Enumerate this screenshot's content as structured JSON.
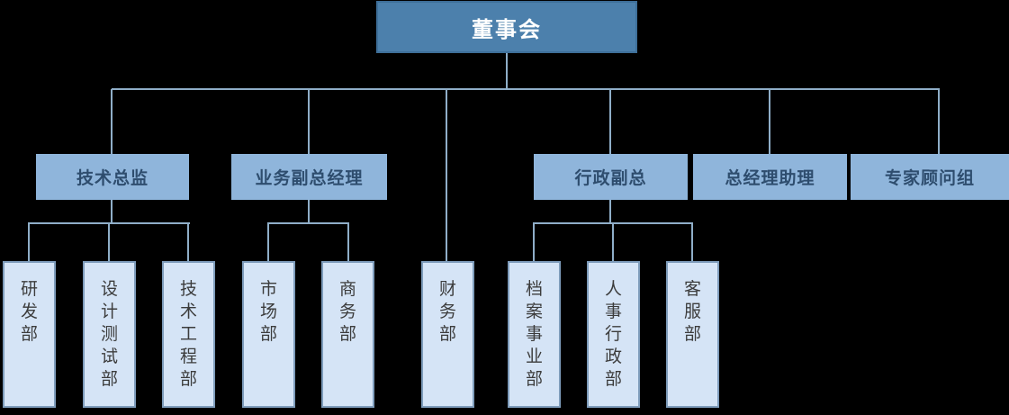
{
  "org_chart": {
    "type": "organization-chart",
    "root": {
      "label": "董事会"
    },
    "executives": [
      {
        "label": "技术总监"
      },
      {
        "label": "业务副总经理"
      },
      {
        "label": "行政副总"
      },
      {
        "label": "总经理助理"
      },
      {
        "label": "专家顾问组"
      }
    ],
    "departments": [
      {
        "label": "研发部",
        "parent": "技术总监"
      },
      {
        "label": "设计测试部",
        "parent": "技术总监"
      },
      {
        "label": "技术工程部",
        "parent": "技术总监"
      },
      {
        "label": "市场部",
        "parent": "业务副总经理"
      },
      {
        "label": "商务部",
        "parent": "业务副总经理"
      },
      {
        "label": "财务部",
        "parent": "董事会"
      },
      {
        "label": "档案事业部",
        "parent": "行政副总"
      },
      {
        "label": "人事行政部",
        "parent": "行政副总"
      },
      {
        "label": "客服部",
        "parent": "行政副总"
      }
    ],
    "colors": {
      "background": "#000000",
      "root_fill": "#4C80AC",
      "root_border": "#3E6F99",
      "root_text": "#FFFFFF",
      "executive_fill": "#8FB5DB",
      "executive_text": "#2E4D6E",
      "department_fill": "#D5E4F6",
      "department_border": "#7E9CBB",
      "department_text": "#3C3C3C",
      "connector_line": "#8FAEC8"
    }
  }
}
